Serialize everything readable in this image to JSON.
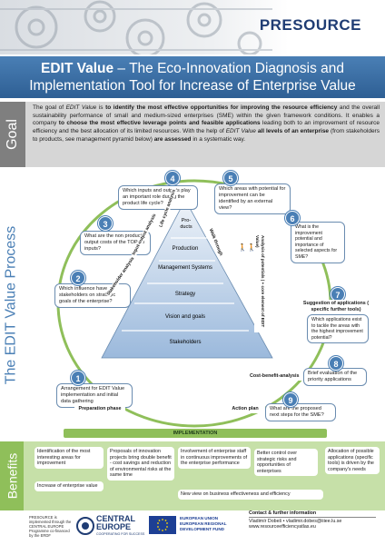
{
  "header": {
    "logo_text": "PRESOURCE"
  },
  "title": {
    "line1_bold": "EDIT Value",
    "line1_rest": " – The Eco-Innovation Diagnosis and",
    "line2": "Implementation Tool for Increase of Enterprise Value"
  },
  "goal": {
    "label": "Goal",
    "text_html": "The goal of <i>EDIT Value</i> is <b>to identify the most effective opportunities for improving the resource efficiency</b> and the overall sustainability performance of small and medium-sized enterprises (SME) within the given framework conditions. It enables a company <b>to choose the most effective leverage points and feasible applications</b> leading both to an improvement of resource efficiency and the best allocation of its limited resources. With the help of <i>EDIT Value</i> <b>all levels of an enterprise</b> (from stakeholders to products, see management pyramid below) <b>are assessed</b> in a systematic way."
  },
  "process": {
    "label": "The EDIT Value Process",
    "pyramid": [
      "Pro-\nducts",
      "Production",
      "Management Systems",
      "Strategy",
      "Vision and goals",
      "Stakeholders"
    ],
    "steps": [
      {
        "num": "1",
        "text": "Arrangement for EDIT Value implementation and initial data gathering"
      },
      {
        "num": "2",
        "text": "Which influence have stakeholders on strategic goals of the enterprise?"
      },
      {
        "num": "3",
        "text": "What are the non product output costs of the TOP 20 inputs?"
      },
      {
        "num": "4",
        "text": "Which inputs and outputs play an important role during the product life cycle?"
      },
      {
        "num": "5",
        "text": "Which areas with potential for improvement can be identified by an external view?"
      },
      {
        "num": "6",
        "text": "What is the improvement potential and importance of selected aspects for SME?"
      },
      {
        "num": "7",
        "text": "Which applications exist to tackle the areas with the highest improvement potential?"
      },
      {
        "num": "8",
        "text": "Brief evaluation of the priority applications"
      },
      {
        "num": "9",
        "text": "What are the proposed next steps for the SME?"
      }
    ],
    "vlabels": {
      "stakeholder": "Stakeholder analysis",
      "io": "Input-output analysis",
      "lca": "Life cycle analysis",
      "walk": "Walk through",
      "potentials": "Analysis of potentials ( + core element of EDIT Value)"
    },
    "rect_labels": {
      "prep": "Preparation phase",
      "suggestion": "Suggestion of applications ( specific further tools)",
      "cba": "Cost-benefit-analysis",
      "action": "Action plan"
    },
    "implementation": "IMPLEMENTATION"
  },
  "benefits": {
    "label": "Benefits",
    "items": [
      "Identification of the most interesting areas for improvement",
      "Increase of enterprise value",
      "Proposals of innovation projects bring double benefit - cost savings and reduction of environmental risks at the same time",
      "Involvement of enterprise staff in continuous improvements of the enterprise performance",
      "New view on business effectiveness and efficiency",
      "Better control over strategic risks and opportunities of enterprises",
      "Allocation of possible applications (specific tools) is driven by the company's needs"
    ]
  },
  "footer": {
    "presource_note": "PRESOURCE is implemented through the CENTRAL EUROPE Programme co-financed by the ERDF",
    "ce_main": "CENTRAL EUROPE",
    "ce_sub": "COOPERATING FOR SUCCESS",
    "eu_text": "EUROPEAN UNION EUROPEAN REGIONAL DEVELOPMENT FUND",
    "contact_title": "Contact & further information",
    "contact_name": "Vladimír Dobeš  •  vladimir.dobes@iiiee.lu.se",
    "contact_web": "www.resourceefficiencyatlas.eu"
  },
  "colors": {
    "title_blue": "#2e5f94",
    "goal_gray": "#7f7f7f",
    "benefit_green": "#8fbf5a",
    "pyramid_top": "#e8eef6",
    "pyramid_bottom": "#9bb9dc"
  }
}
